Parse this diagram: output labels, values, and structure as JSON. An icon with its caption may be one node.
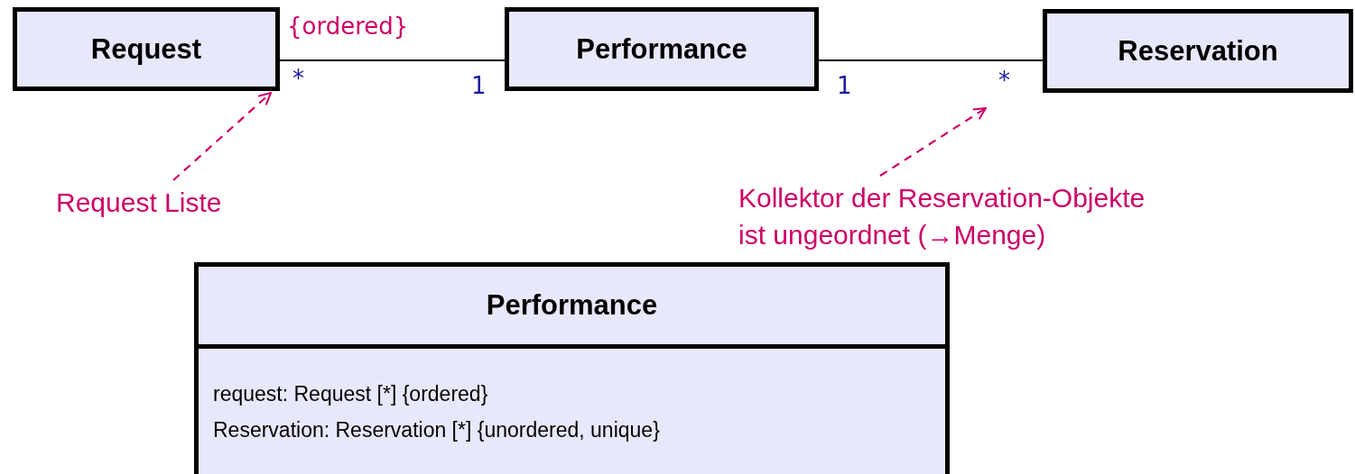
{
  "diagram": {
    "nodes": [
      {
        "text": [
          "Request"
        ]
      },
      {
        "text": [
          "Performance"
        ]
      },
      {
        "text": [
          "Reservation"
        ]
      },
      {
        "text": [
          "Request Liste"
        ]
      },
      {
        "text": [
          "Kollektor der Reservation-Objekte ist ungeordnet (→Menge)"
        ]
      },
      {
        "text": [
          "Performance",
          "request: Request [*] {ordered}",
          "Reservation: Reservation [*] {unordered, unique}"
        ]
      }
    ],
    "edges": [
      {
        "from": 0,
        "to": 1,
        "arrow": "none",
        "label": "{ordered}"
      },
      {
        "from": 1,
        "to": 2,
        "arrow": "none"
      },
      {
        "from": 3,
        "to": 0,
        "arrow": "to",
        "style": "dashed",
        "color": "#cc0066"
      },
      {
        "from": 4,
        "to": null,
        "arrow": "to",
        "style": "dashed",
        "color": "#cc0066"
      }
    ],
    "labels": [
      "*",
      "1",
      "1",
      "*"
    ]
  }
}
